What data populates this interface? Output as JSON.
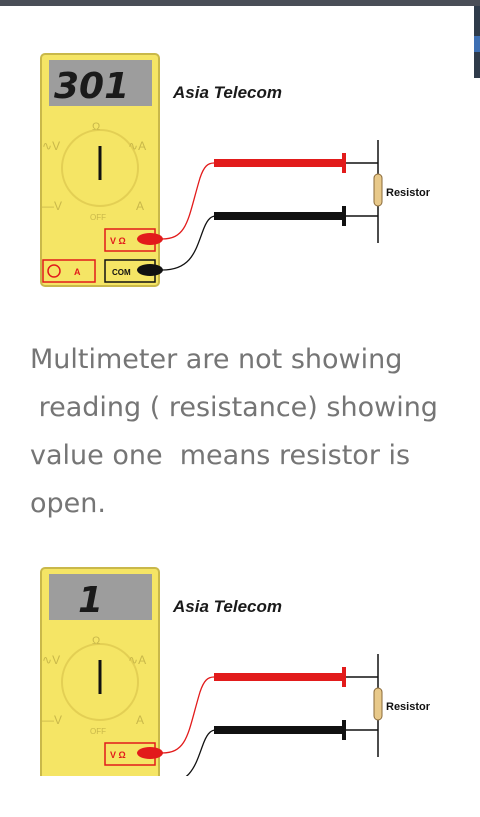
{
  "figures": [
    {
      "display_reading": "301",
      "brand": "Asia Telecom",
      "resistor_label": "Resistor",
      "dial_labels": {
        "ohm": "Ω",
        "vac": "V",
        "aac": "A",
        "vdc": "V",
        "adc": "A",
        "off": "OFF"
      },
      "port_volt_ohm": "V Ω",
      "port_com": "COM",
      "port_amp": "A"
    },
    {
      "display_reading": "1",
      "brand": "Asia Telecom",
      "resistor_label": "Resistor",
      "dial_labels": {
        "ohm": "Ω",
        "vac": "V",
        "aac": "A",
        "vdc": "V",
        "adc": "A",
        "off": "OFF"
      },
      "port_volt_ohm": "V Ω"
    }
  ],
  "caption": {
    "lines": [
      "Multimeter are not showing",
      " reading ( resistance) showing",
      "value one  means resistor is",
      "open."
    ]
  },
  "colors": {
    "meter_body": "#f5e565",
    "meter_border": "#c9b84a",
    "display_bg": "#9d9d9d",
    "red_probe": "#e21b1b",
    "black_probe": "#111111",
    "caption_text": "#757575"
  }
}
